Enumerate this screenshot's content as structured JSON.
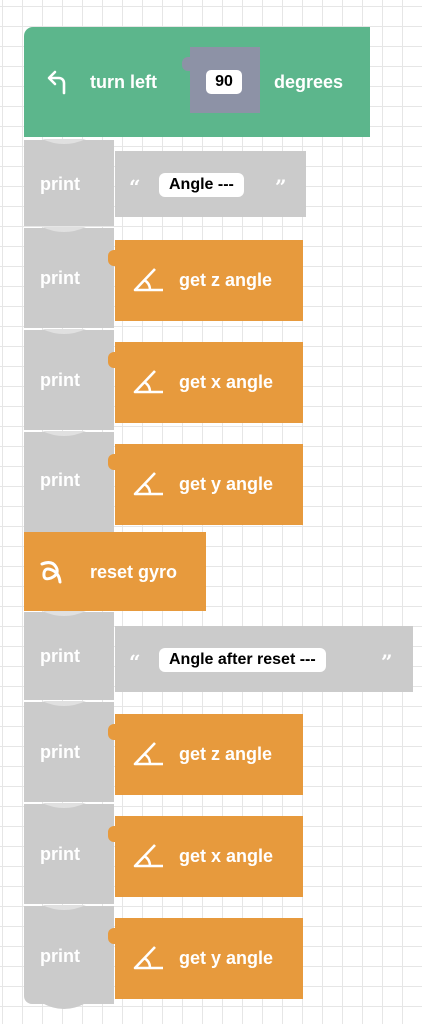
{
  "blocks": {
    "turn_left": {
      "icon": "turn-left-arrow-icon",
      "label": "turn left",
      "value": "90",
      "unit": "degrees"
    },
    "print_label": "print",
    "string_1": {
      "open_quote": "“",
      "text": "Angle ---",
      "close_quote": "”"
    },
    "get_z_1": {
      "icon": "angle-icon",
      "label": "get z angle"
    },
    "get_x_1": {
      "icon": "angle-icon",
      "label": "get x angle"
    },
    "get_y_1": {
      "icon": "angle-icon",
      "label": "get y angle"
    },
    "reset_gyro": {
      "icon": "gyro-icon",
      "label": "reset gyro"
    },
    "string_2": {
      "open_quote": "“",
      "text": "Angle after reset ---",
      "close_quote": "”"
    },
    "get_z_2": {
      "icon": "angle-icon",
      "label": "get z angle"
    },
    "get_x_2": {
      "icon": "angle-icon",
      "label": "get x angle"
    },
    "get_y_2": {
      "icon": "angle-icon",
      "label": "get y angle"
    }
  },
  "colors": {
    "motion_block": "#5cb68c",
    "value_socket": "#8d92a6",
    "print_block": "#cbcbcb",
    "sensor_block": "#e79a3d",
    "grid_line": "#e6e6e6"
  }
}
